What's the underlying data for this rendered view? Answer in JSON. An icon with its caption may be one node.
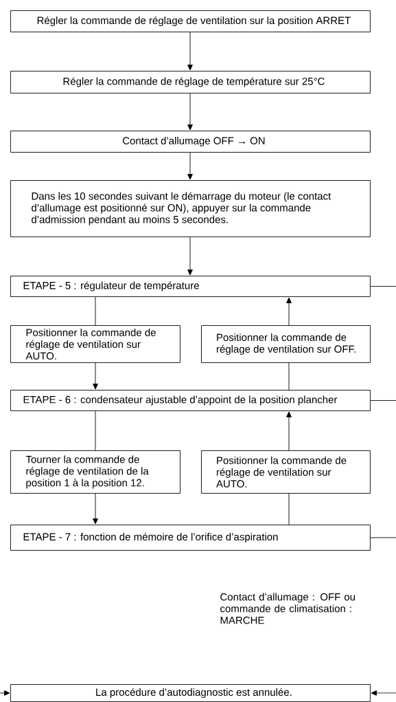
{
  "diagram": {
    "nodes": [
      {
        "text": [
          "Régler la commande de réglage de ventilation sur la position ARRET"
        ]
      },
      {
        "text": [
          "Régler la commande de réglage de température sur 25°C"
        ]
      },
      {
        "text": [
          "Contact d’allumage OFF → ON"
        ]
      },
      {
        "text": [
          "Dans les 10 secondes suivant le démarrage du moteur (le contact d’allumage est positionné sur ON), appuyer sur la commande d’admission pendant au moins 5 secondes."
        ]
      },
      {
        "text": [
          "ETAPE - 5 : régulateur de température"
        ]
      },
      {
        "text": [
          "Positionner la commande de réglage de ventilation sur AUTO."
        ]
      },
      {
        "text": [
          "Positionner la commande de réglage de ventilation sur OFF."
        ]
      },
      {
        "text": [
          "ETAPE - 6 : condensateur ajustable d’appoint de la position plancher"
        ]
      },
      {
        "text": [
          "Tourner la commande de réglage de ventilation de la position 1 à la position 12."
        ]
      },
      {
        "text": [
          "Positionner la commande de réglage de ventilation sur AUTO."
        ]
      },
      {
        "text": [
          "ETAPE - 7 : fonction de mémoire de l’orifice d’aspiration"
        ]
      },
      {
        "text": [
          "La procédure d’autodiagnostic est annulée."
        ]
      }
    ],
    "edges": [
      {
        "from": 0,
        "to": 1,
        "arrow": "to"
      },
      {
        "from": 1,
        "to": 2,
        "arrow": "to"
      },
      {
        "from": 2,
        "to": 3,
        "arrow": "to"
      },
      {
        "from": 3,
        "to": 4,
        "arrow": "to"
      },
      {
        "from": 4,
        "to": 5,
        "arrow": "none"
      },
      {
        "from": 5,
        "to": 7,
        "arrow": "to"
      },
      {
        "from": 7,
        "to": 6,
        "arrow": "none"
      },
      {
        "from": 6,
        "to": 4,
        "arrow": "to"
      },
      {
        "from": 7,
        "to": 8,
        "arrow": "none"
      },
      {
        "from": 8,
        "to": 10,
        "arrow": "to"
      },
      {
        "from": 10,
        "to": 9,
        "arrow": "none"
      },
      {
        "from": 9,
        "to": 7,
        "arrow": "to"
      },
      {
        "from": 4,
        "to": null,
        "arrow": "none"
      },
      {
        "from": 7,
        "to": null,
        "arrow": "none"
      },
      {
        "from": 10,
        "to": null,
        "arrow": "none"
      },
      {
        "from": null,
        "to": 11,
        "arrow": "to"
      },
      {
        "from": null,
        "to": 11,
        "arrow": "to"
      }
    ],
    "labels": [
      "Contact d’allumage : OFF ou commande de climatisation : MARCHE"
    ]
  }
}
